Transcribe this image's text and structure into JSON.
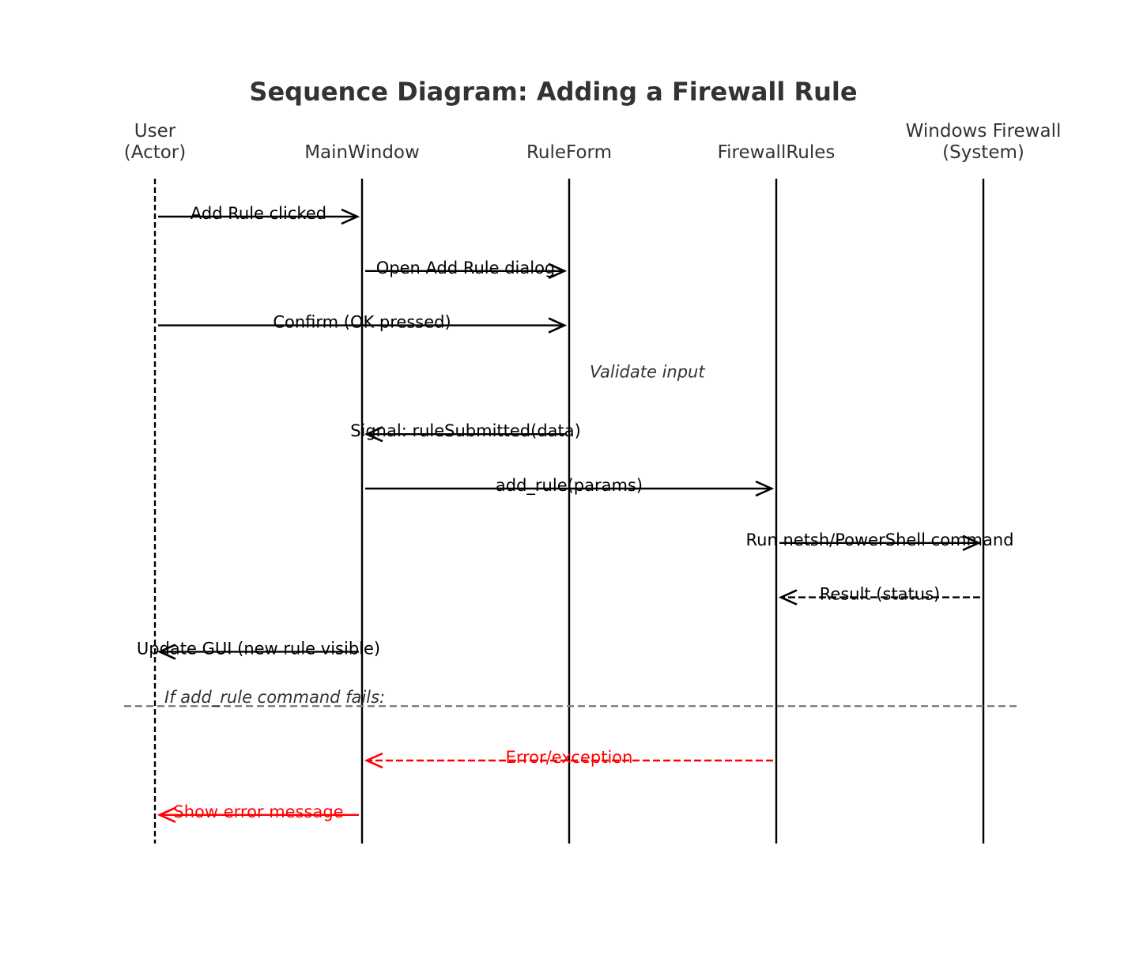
{
  "title": "Sequence Diagram: Adding a Firewall Rule",
  "colors": {
    "text": "#333333",
    "line": "#000000",
    "error": "#ff0000",
    "divider": "#808080"
  },
  "participants": [
    {
      "id": "user",
      "name_lines": [
        "User",
        "(Actor)"
      ],
      "lifeline_style": "dashed"
    },
    {
      "id": "mainwindow",
      "name_lines": [
        "MainWindow"
      ],
      "lifeline_style": "solid"
    },
    {
      "id": "ruleform",
      "name_lines": [
        "RuleForm"
      ],
      "lifeline_style": "solid"
    },
    {
      "id": "firewallrules",
      "name_lines": [
        "FirewallRules"
      ],
      "lifeline_style": "solid"
    },
    {
      "id": "windowsfirewall",
      "name_lines": [
        "Windows Firewall",
        "(System)"
      ],
      "lifeline_style": "solid"
    }
  ],
  "messages": [
    {
      "from": "user",
      "to": "mainwindow",
      "label": "Add Rule clicked",
      "style": "solid",
      "color": "black"
    },
    {
      "from": "mainwindow",
      "to": "ruleform",
      "label": "Open Add Rule dialog",
      "style": "solid",
      "color": "black"
    },
    {
      "from": "user",
      "to": "ruleform",
      "label": "Confirm (OK pressed)",
      "style": "solid",
      "color": "black"
    },
    {
      "kind": "note",
      "at": "ruleform",
      "label": "Validate input"
    },
    {
      "from": "ruleform",
      "to": "mainwindow",
      "label": "Signal: ruleSubmitted(data)",
      "style": "solid",
      "color": "black"
    },
    {
      "from": "mainwindow",
      "to": "firewallrules",
      "label": "add_rule(params)",
      "style": "solid",
      "color": "black"
    },
    {
      "from": "firewallrules",
      "to": "windowsfirewall",
      "label": "Run netsh/PowerShell command",
      "style": "solid",
      "color": "black"
    },
    {
      "from": "windowsfirewall",
      "to": "firewallrules",
      "label": "Result (status)",
      "style": "dashed",
      "color": "black"
    },
    {
      "from": "mainwindow",
      "to": "user",
      "label": "Update GUI (new rule visible)",
      "style": "solid",
      "color": "black"
    },
    {
      "kind": "divider",
      "label": "If add_rule command fails:"
    },
    {
      "from": "firewallrules",
      "to": "mainwindow",
      "label": "Error/exception",
      "style": "dashed",
      "color": "red"
    },
    {
      "from": "mainwindow",
      "to": "user",
      "label": "Show error message",
      "style": "solid",
      "color": "red"
    }
  ]
}
